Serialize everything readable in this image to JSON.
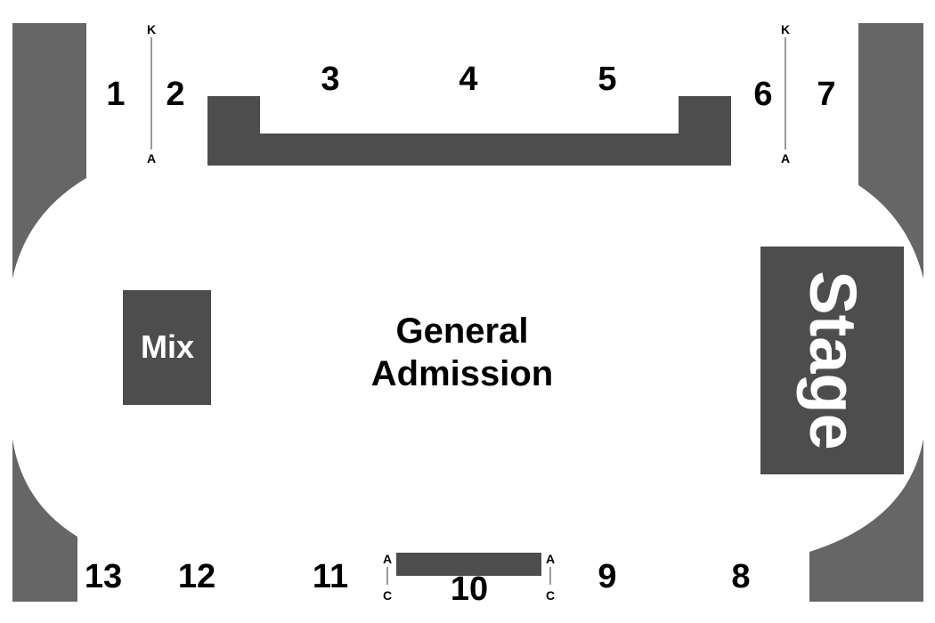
{
  "general_admission": {
    "line1": "General",
    "line2": "Admission"
  },
  "mix": {
    "label": "Mix"
  },
  "stage": {
    "label": "Stage"
  },
  "sections": {
    "s1": "1",
    "s2": "2",
    "s3": "3",
    "s4": "4",
    "s5": "5",
    "s6": "6",
    "s7": "7",
    "s8": "8",
    "s9": "9",
    "s10": "10",
    "s11": "11",
    "s12": "12",
    "s13": "13"
  },
  "rows": {
    "left_top": "K",
    "left_bottom": "A",
    "right_top": "K",
    "right_bottom": "A",
    "front_left_top": "A",
    "front_left_bottom": "C",
    "front_right_top": "A",
    "front_right_bottom": "C"
  },
  "colors": {
    "background": "#ffffff",
    "seating_light": "#666666",
    "seating_dark": "#4d4d4d",
    "label": "#000000",
    "zone_text": "#ffffff"
  }
}
